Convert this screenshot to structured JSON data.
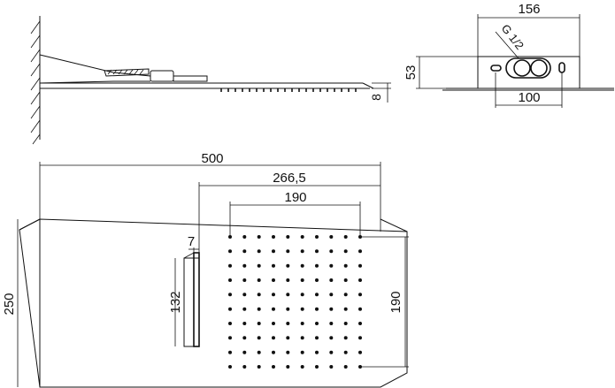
{
  "side_view": {
    "dim_height": "8"
  },
  "box_view": {
    "dim_width": "156",
    "dim_height": "53",
    "dim_spacing": "100",
    "thread_label": "G 1/2"
  },
  "top_view": {
    "dim_total_width": "500",
    "dim_nozzle_block_width": "266,5",
    "dim_nozzle_grid_width": "190",
    "dim_slot_width": "7",
    "dim_slot_length": "132",
    "dim_total_height": "250",
    "dim_nozzle_grid_height": "190",
    "nozzle_rows": 10,
    "nozzle_cols": 10
  }
}
